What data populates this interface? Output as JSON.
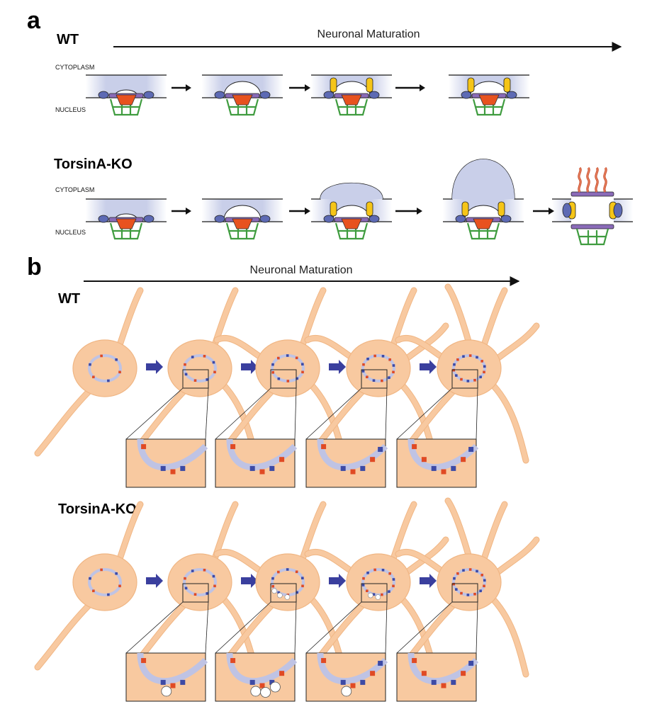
{
  "figure": {
    "panel_a": {
      "letter": "a",
      "axis_label": "Neuronal Maturation",
      "wt_title": "WT",
      "ko_title": "TorsinA-KO",
      "cytoplasm_label": "CYTOPLASM",
      "nucleus_label": "NUCLEUS",
      "wt_stage_count": 4,
      "ko_stage_count": 5
    },
    "panel_b": {
      "letter": "b",
      "axis_label": "Neuronal Maturation",
      "wt_title": "WT",
      "ko_title": "TorsinA-KO",
      "stages_per_row": 5,
      "insets_per_row": 4
    },
    "colors": {
      "membrane_fill": "#c9cfe9",
      "membrane_edge": "#1a1a1a",
      "inner_ring": "#e8521f",
      "spoke_green": "#3f9c3f",
      "ring_purple": "#8a6bb8",
      "knob_blue": "#5d6ab4",
      "torsin_yellow": "#f5c518",
      "filament_red": "#c64a2a",
      "cell_body": "#f8c9a0",
      "cell_edge": "#f0b684",
      "envelope_light": "#bfc3e4",
      "npc_red": "#e04a24",
      "npc_blue": "#3d4aa5",
      "arrow_blue": "#3a3f9e",
      "bleb_white": "#ffffff"
    }
  }
}
